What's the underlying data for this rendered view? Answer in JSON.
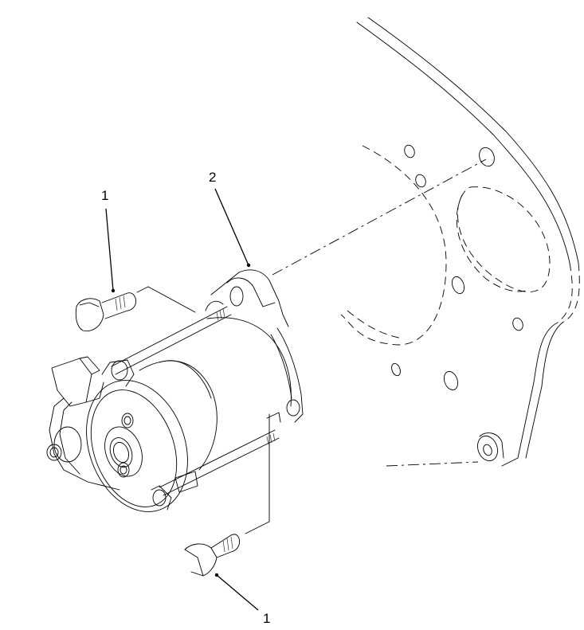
{
  "diagram": {
    "type": "exploded parts illustration",
    "subject": "starter motor mounting to engine flywheel housing",
    "callouts": [
      {
        "id": "c1_top",
        "label": "1",
        "part": "bolt"
      },
      {
        "id": "c2",
        "label": "2",
        "part": "starter motor"
      },
      {
        "id": "c1_bottom",
        "label": "1",
        "part": "bolt"
      }
    ],
    "colors": {
      "line": "#000000",
      "background": "#ffffff"
    }
  }
}
